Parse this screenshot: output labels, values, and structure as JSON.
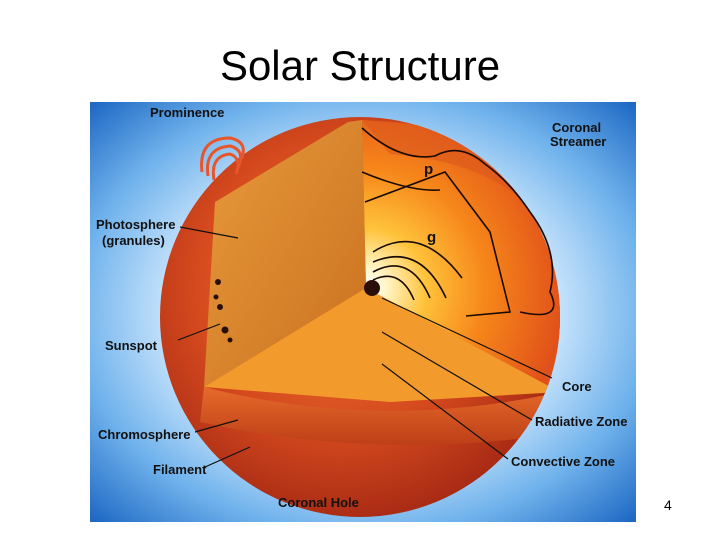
{
  "slide": {
    "title": "Solar Structure",
    "page_number": "4"
  },
  "diagram": {
    "labels": {
      "prominence": "Prominence",
      "coronal_streamer_1": "Coronal",
      "coronal_streamer_2": "Streamer",
      "photosphere_1": "Photosphere",
      "photosphere_2": "(granules)",
      "sunspot": "Sunspot",
      "chromosphere": "Chromosphere",
      "filament": "Filament",
      "coronal_hole": "Coronal Hole",
      "core": "Core",
      "radiative_zone": "Radiative Zone",
      "convective_zone": "Convective Zone",
      "p_mode": "p",
      "g_mode": "g"
    }
  }
}
